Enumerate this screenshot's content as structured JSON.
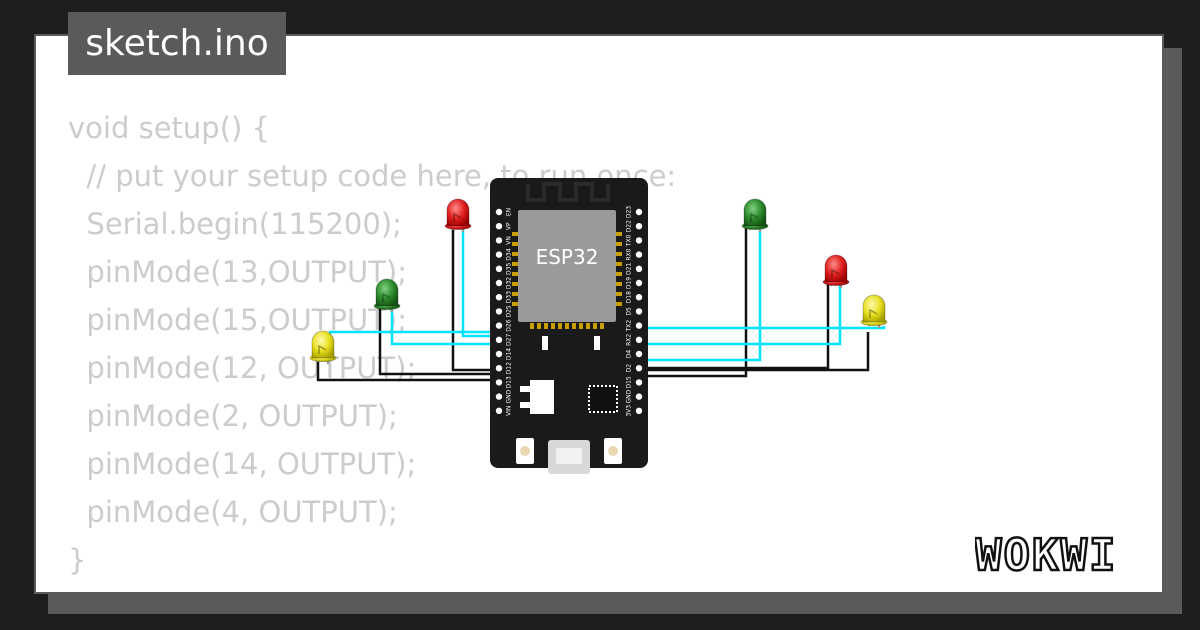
{
  "file_tab": {
    "label": "sketch.ino"
  },
  "code": {
    "lines": [
      "void setup() {",
      "  // put your setup code here, to run once:",
      "  Serial.begin(115200);",
      "  pinMode(13,OUTPUT);",
      "  pinMode(15,OUTPUT);",
      "  pinMode(12, OUTPUT);",
      "  pinMode(2, OUTPUT);",
      "  pinMode(14, OUTPUT);",
      "  pinMode(4, OUTPUT);",
      "}"
    ]
  },
  "board": {
    "label": "ESP32",
    "left_pins": [
      "EN",
      "VP",
      "VN",
      "D34",
      "D35",
      "D32",
      "D33",
      "D25",
      "D26",
      "D27",
      "D14",
      "D12",
      "D13",
      "GND",
      "VIN"
    ],
    "right_pins": [
      "D23",
      "D22",
      "TX0",
      "RX0",
      "D21",
      "D19",
      "D18",
      "D5",
      "TX2",
      "RX2",
      "D4",
      "D2",
      "D15",
      "GND",
      "3V3"
    ]
  },
  "leds": [
    {
      "name": "red-led-left",
      "color": "red"
    },
    {
      "name": "green-led-left",
      "color": "green"
    },
    {
      "name": "yellow-led-left",
      "color": "yellow"
    },
    {
      "name": "green-led-right",
      "color": "green"
    },
    {
      "name": "red-led-right",
      "color": "red"
    },
    {
      "name": "yellow-led-right",
      "color": "yellow"
    }
  ],
  "colors": {
    "background": "#1e1e1e",
    "card": "#ffffff",
    "frame": "#5a5a5a",
    "code_text": "#cccccc",
    "wire_signal": "#00e5ff",
    "wire_ground": "#111111",
    "board": "#1a1a1a",
    "module": "#9a9a9a",
    "led_red": "#e02020",
    "led_green": "#2e8b2e",
    "led_yellow": "#e8e020"
  },
  "brand": {
    "name": "WOKWI"
  }
}
